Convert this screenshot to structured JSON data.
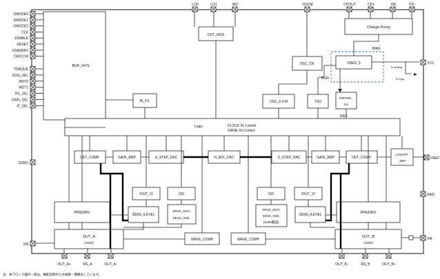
{
  "left_pins": [
    "DMODE0",
    "DMODE1",
    "DMODE2",
    "CLK",
    "ENABLE",
    "RESET",
    "STANDBY",
    "CW/CCW",
    "TORQUE",
    "EDG_SEL",
    "MDT0",
    "MDT1",
    "RS_SEL",
    "GAIN_SEL",
    "IF_SEL"
  ],
  "top_pins": {
    "lo0": "LO0",
    "lo1": "LO1",
    "mo": "MO",
    "oscm": "OSCM",
    "cpout": "CPOUT",
    "cp_plus": "CP+",
    "vm": "VM",
    "cp_minus": "CP−"
  },
  "side_pins": {
    "vcc": "VCC",
    "vref": "VREF",
    "sgnd": "SGND",
    "gnd": "GND",
    "vm_left": "VM",
    "vm_right": "VM"
  },
  "bottom_pins": {
    "out_a_plus": "OUT_A+",
    "rs_a": "RS_A",
    "out_a_minus": "OUT_A−",
    "out_b_minus": "OUT_B−",
    "rs_b": "RS_B",
    "out_b_plus": "OUT_B+"
  },
  "blocks": {
    "buf_hys": "BUF_HYS",
    "out_nod": "OUT_NOD",
    "charge_pump": "Charge Pump",
    "osc_cr": "OSC_CR",
    "vreg": "VREG_5",
    "osc_64m": "OSC_6.4 M",
    "tsd": "TSD",
    "irefmr_1": "IREFMR_",
    "irefmr_2": "5U",
    "in_fil": "IN_FIL",
    "logic": "Logic",
    "clock_in": "CLOCK IN Control",
    "serial_in": "SIRIAL IN Control",
    "det_comp_a": "DET_COMP",
    "gain_amp_a": "GAIN_AMP",
    "u_step_dac_a": "U_STEP_DAC",
    "h_eff_dac": "H_EFF_DAC",
    "u_step_dac_b": "U_STEP_DAC",
    "gain_amp_b": "GAIN_AMP",
    "det_comp_b": "DET_COMP",
    "lvshift_1": "LVSHIFT",
    "lvshift_2": "_6BIT",
    "iout_vi_a": "IOUT_VI",
    "isd_a": "ISD",
    "isd_b": "ISD",
    "iout_vi_b": "IOUT_VI",
    "predrv_a": "PREDRV",
    "predrv_b": "PREDRV",
    "sens_ilevel_a": "SENS_ILEVEL",
    "sens_isdh_a": "SENS_ISDH",
    "sens_isdl_a": "SENS_ISDL",
    "sens_isdh_b": "SENS_ISDH",
    "sens_isdl_b": "SENS_ISDL",
    "sens_isdl_b_note": "(S285範囲)",
    "sens_ilevel_b": "SENS_ILEVEL",
    "out_a": "OUT_A",
    "out_a_hsw": "(HSW)",
    "out_b": "OUT_B",
    "out_b_hsw": "(HSW)",
    "wave_comp_a": "WAVE_COMP",
    "wave_comp_b": "WAVE_COMP"
  },
  "labels": {
    "bias": "BIAS",
    "bgr": "BGR",
    "iref": "IREF",
    "to_analog": "To analog",
    "to_logic": "To logic"
  },
  "footnote": "注：本ブロック図の一部は、機能説明のため省略・簡略化しています。"
}
